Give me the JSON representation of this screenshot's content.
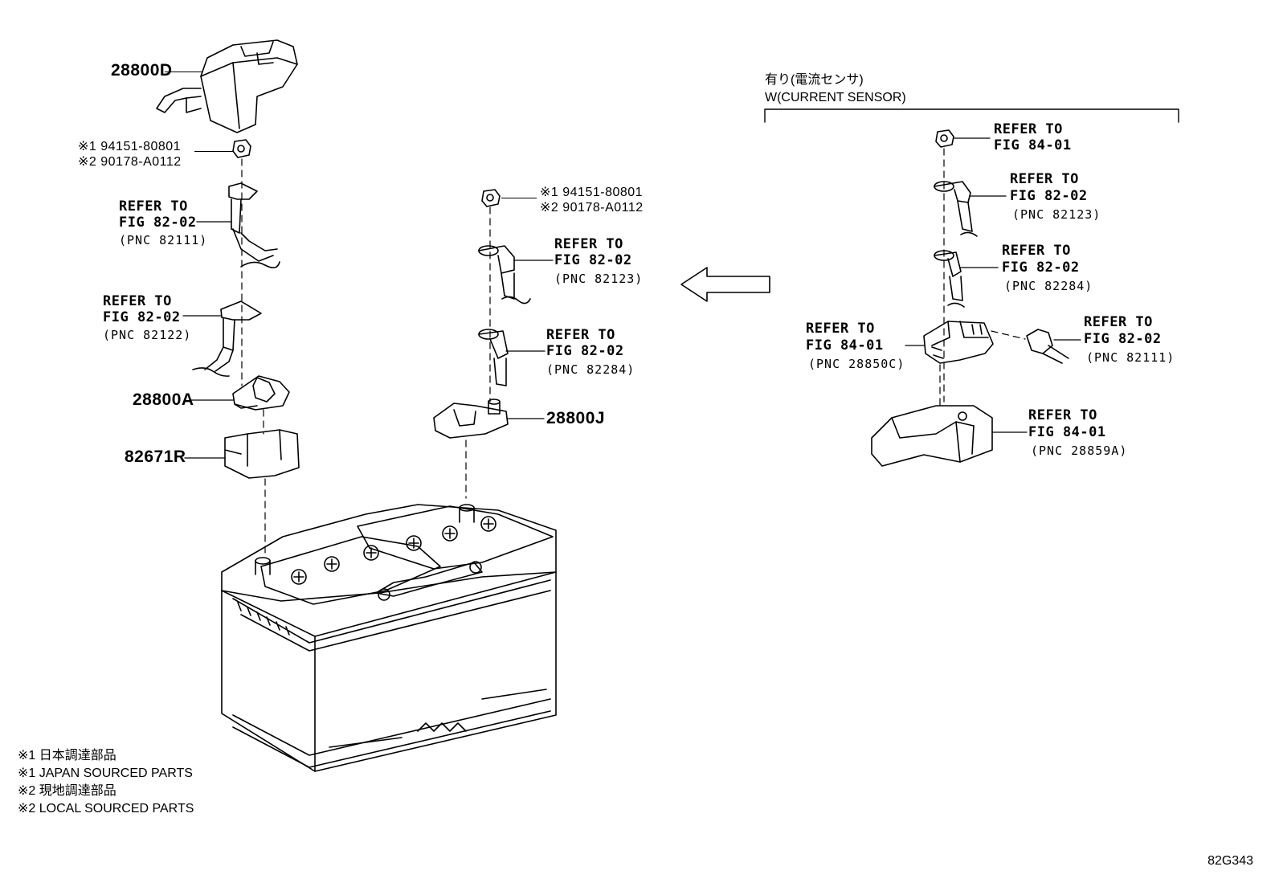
{
  "left_stack": {
    "cover": {
      "part_no": "28800D"
    },
    "nut": {
      "line1": "※1 94151-80801",
      "line2": "※2 90178-A0112"
    },
    "cable_a": {
      "refer": "REFER TO",
      "fig": "FIG 82-02",
      "pnc": "(PNC 82111)"
    },
    "cable_b": {
      "refer": "REFER TO",
      "fig": "FIG 82-02",
      "pnc": "(PNC 82122)"
    },
    "terminal": {
      "part_no": "28800A"
    },
    "holder": {
      "part_no": "82671R"
    }
  },
  "center_stack": {
    "nut": {
      "line1": "※1 94151-80801",
      "line2": "※2 90178-A0112"
    },
    "cable_a": {
      "refer": "REFER TO",
      "fig": "FIG 82-02",
      "pnc": "(PNC 82123)"
    },
    "cable_b": {
      "refer": "REFER TO",
      "fig": "FIG 82-02",
      "pnc": "(PNC 82284)"
    },
    "terminal": {
      "part_no": "28800J"
    }
  },
  "right_group": {
    "header_jp": "有り(電流センサ)",
    "header_en": "W(CURRENT SENSOR)",
    "nut": {
      "refer": "REFER TO",
      "fig": "FIG 84-01"
    },
    "cable_a": {
      "refer": "REFER TO",
      "fig": "FIG 82-02",
      "pnc": "(PNC 82123)"
    },
    "cable_b": {
      "refer": "REFER TO",
      "fig": "FIG 82-02",
      "pnc": "(PNC 82284)"
    },
    "sensor": {
      "refer": "REFER TO",
      "fig": "FIG 84-01",
      "pnc": "(PNC 28850C)"
    },
    "connector": {
      "refer": "REFER TO",
      "fig": "FIG 82-02",
      "pnc": "(PNC 82111)"
    },
    "bracket": {
      "refer": "REFER TO",
      "fig": "FIG 84-01",
      "pnc": "(PNC 28859A)"
    }
  },
  "notes": [
    "※1 日本調達部品",
    "※1 JAPAN SOURCED PARTS",
    "※2 現地調達部品",
    "※2 LOCAL SOURCED PARTS"
  ],
  "figure_id": "82G343",
  "icons": [
    "hex-nut-icon",
    "battery-icon",
    "arrow-left-icon",
    "current-sensor-icon"
  ]
}
